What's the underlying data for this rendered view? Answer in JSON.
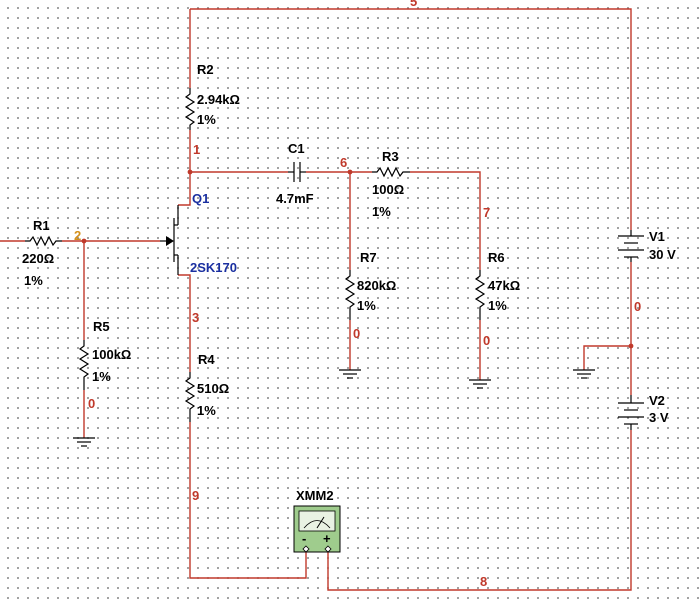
{
  "colors": {
    "wire": "#c0392b",
    "component": "#000000",
    "transistor_label": "#1a2fa0",
    "node_highlight": "#d4901a",
    "meter_body": "#9fcc8d"
  },
  "components": {
    "R1": {
      "name": "R1",
      "value": "220Ω",
      "tol": "1%"
    },
    "R2": {
      "name": "R2",
      "value": "2.94kΩ",
      "tol": "1%"
    },
    "R3": {
      "name": "R3",
      "value": "100Ω",
      "tol": "1%"
    },
    "R4": {
      "name": "R4",
      "value": "510Ω",
      "tol": "1%"
    },
    "R5": {
      "name": "R5",
      "value": "100kΩ",
      "tol": "1%"
    },
    "R6": {
      "name": "R6",
      "value": "47kΩ",
      "tol": "1%"
    },
    "R7": {
      "name": "R7",
      "value": "820kΩ",
      "tol": "1%"
    },
    "C1": {
      "name": "C1",
      "value": "4.7mF"
    },
    "Q1": {
      "name": "Q1",
      "model": "2SK170"
    },
    "V1": {
      "name": "V1",
      "value": "30 V"
    },
    "V2": {
      "name": "V2",
      "value": "3 V"
    },
    "XMM2": {
      "name": "XMM2",
      "minus": "-",
      "plus": "+"
    }
  },
  "nodes": {
    "n5": "5",
    "n1": "1",
    "n6": "6",
    "n7": "7",
    "n2": "2",
    "n3": "3",
    "n0_r5": "0",
    "n0_r7": "0",
    "n0_r6": "0",
    "n0_v": "0",
    "n9": "9",
    "n8": "8"
  }
}
